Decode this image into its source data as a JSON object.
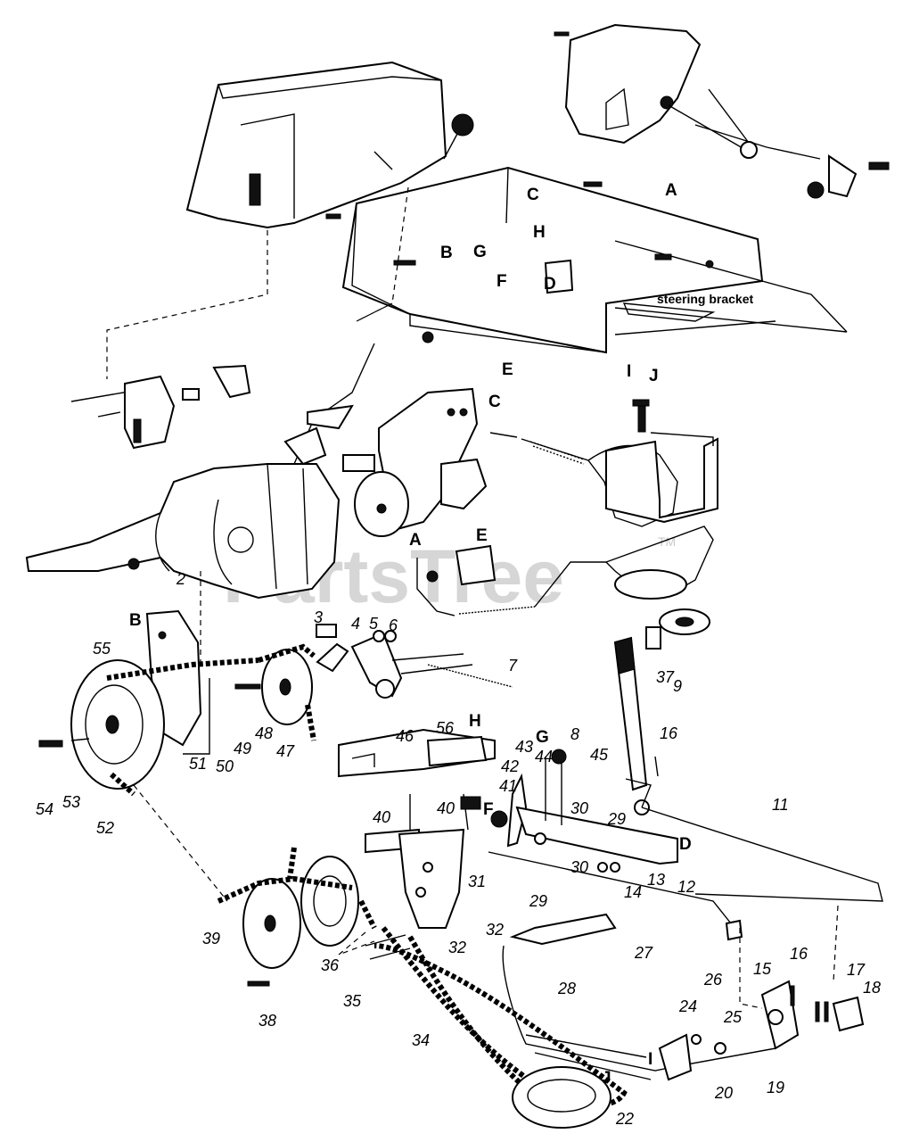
{
  "watermark": {
    "text": "PartsTree",
    "trademark": "TM"
  },
  "annotations": {
    "steering_bracket": "steering bracket"
  },
  "callouts": {
    "letters": [
      {
        "id": "A",
        "text": "A"
      },
      {
        "id": "C",
        "text": "C"
      },
      {
        "id": "B",
        "text": "B"
      },
      {
        "id": "G",
        "text": "G"
      },
      {
        "id": "H",
        "text": "H"
      },
      {
        "id": "F",
        "text": "F"
      },
      {
        "id": "D",
        "text": "D"
      },
      {
        "id": "E",
        "text": "E"
      },
      {
        "id": "I",
        "text": "I"
      },
      {
        "id": "J",
        "text": "J"
      },
      {
        "id": "C2",
        "text": "C"
      },
      {
        "id": "A2",
        "text": "A"
      },
      {
        "id": "E2",
        "text": "E"
      },
      {
        "id": "B2",
        "text": "B"
      },
      {
        "id": "H2",
        "text": "H"
      },
      {
        "id": "G2",
        "text": "G"
      },
      {
        "id": "F2",
        "text": "F"
      },
      {
        "id": "D2",
        "text": "D"
      },
      {
        "id": "I2",
        "text": "I"
      },
      {
        "id": "J2",
        "text": "J"
      }
    ],
    "numbers": [
      {
        "id": "n2",
        "text": "2"
      },
      {
        "id": "n55",
        "text": "55"
      },
      {
        "id": "n3",
        "text": "3"
      },
      {
        "id": "n4",
        "text": "4"
      },
      {
        "id": "n5",
        "text": "5"
      },
      {
        "id": "n6",
        "text": "6"
      },
      {
        "id": "n7",
        "text": "7"
      },
      {
        "id": "n8",
        "text": "8"
      },
      {
        "id": "n9",
        "text": "9"
      },
      {
        "id": "n37",
        "text": "37"
      },
      {
        "id": "n16a",
        "text": "16"
      },
      {
        "id": "n56",
        "text": "56"
      },
      {
        "id": "n46",
        "text": "46"
      },
      {
        "id": "n42",
        "text": "42"
      },
      {
        "id": "n41",
        "text": "41"
      },
      {
        "id": "n43",
        "text": "43"
      },
      {
        "id": "n44",
        "text": "44"
      },
      {
        "id": "n45",
        "text": "45"
      },
      {
        "id": "n11",
        "text": "11"
      },
      {
        "id": "n49",
        "text": "49"
      },
      {
        "id": "n48",
        "text": "48"
      },
      {
        "id": "n47",
        "text": "47"
      },
      {
        "id": "n51",
        "text": "51"
      },
      {
        "id": "n50",
        "text": "50"
      },
      {
        "id": "n54",
        "text": "54"
      },
      {
        "id": "n53",
        "text": "53"
      },
      {
        "id": "n52",
        "text": "52"
      },
      {
        "id": "n40a",
        "text": "40"
      },
      {
        "id": "n40b",
        "text": "40"
      },
      {
        "id": "n30a",
        "text": "30"
      },
      {
        "id": "n29a",
        "text": "29"
      },
      {
        "id": "n30b",
        "text": "30"
      },
      {
        "id": "n13",
        "text": "13"
      },
      {
        "id": "n14",
        "text": "14"
      },
      {
        "id": "n12",
        "text": "12"
      },
      {
        "id": "n29b",
        "text": "29"
      },
      {
        "id": "n31",
        "text": "31"
      },
      {
        "id": "n32a",
        "text": "32"
      },
      {
        "id": "n32b",
        "text": "32"
      },
      {
        "id": "n27",
        "text": "27"
      },
      {
        "id": "n26",
        "text": "26"
      },
      {
        "id": "n39",
        "text": "39"
      },
      {
        "id": "n36",
        "text": "36"
      },
      {
        "id": "n35",
        "text": "35"
      },
      {
        "id": "n38",
        "text": "38"
      },
      {
        "id": "n28",
        "text": "28"
      },
      {
        "id": "n15",
        "text": "15"
      },
      {
        "id": "n16b",
        "text": "16"
      },
      {
        "id": "n17",
        "text": "17"
      },
      {
        "id": "n18",
        "text": "18"
      },
      {
        "id": "n25",
        "text": "25"
      },
      {
        "id": "n24",
        "text": "24"
      },
      {
        "id": "n20",
        "text": "20"
      },
      {
        "id": "n19",
        "text": "19"
      },
      {
        "id": "n34",
        "text": "34"
      },
      {
        "id": "n22",
        "text": "22"
      }
    ]
  }
}
